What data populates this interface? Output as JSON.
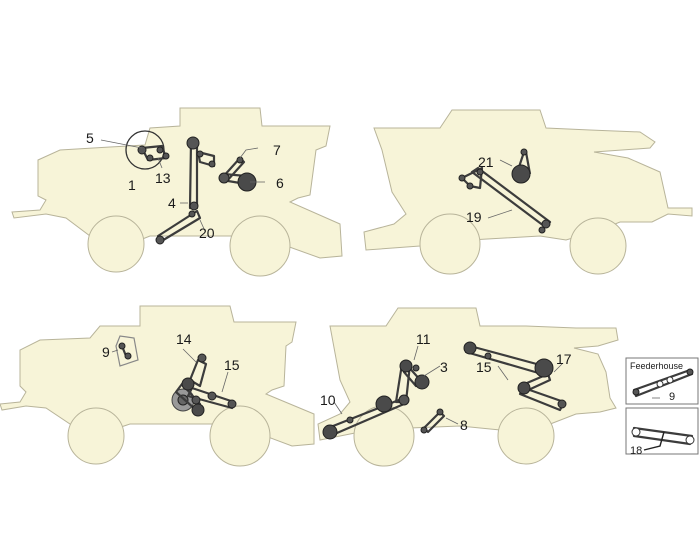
{
  "callouts": {
    "c1": "1",
    "c3": "3",
    "c4": "4",
    "c5": "5",
    "c6": "6",
    "c7": "7",
    "c8": "8",
    "c9a": "9",
    "c9b": "9",
    "c10": "10",
    "c11": "11",
    "c13": "13",
    "c14": "14",
    "c15a": "15",
    "c15b": "15",
    "c17": "17",
    "c18": "18",
    "c19": "19",
    "c20": "20",
    "c21": "21"
  },
  "insets": {
    "feederhouse_label": "Feederhouse"
  }
}
